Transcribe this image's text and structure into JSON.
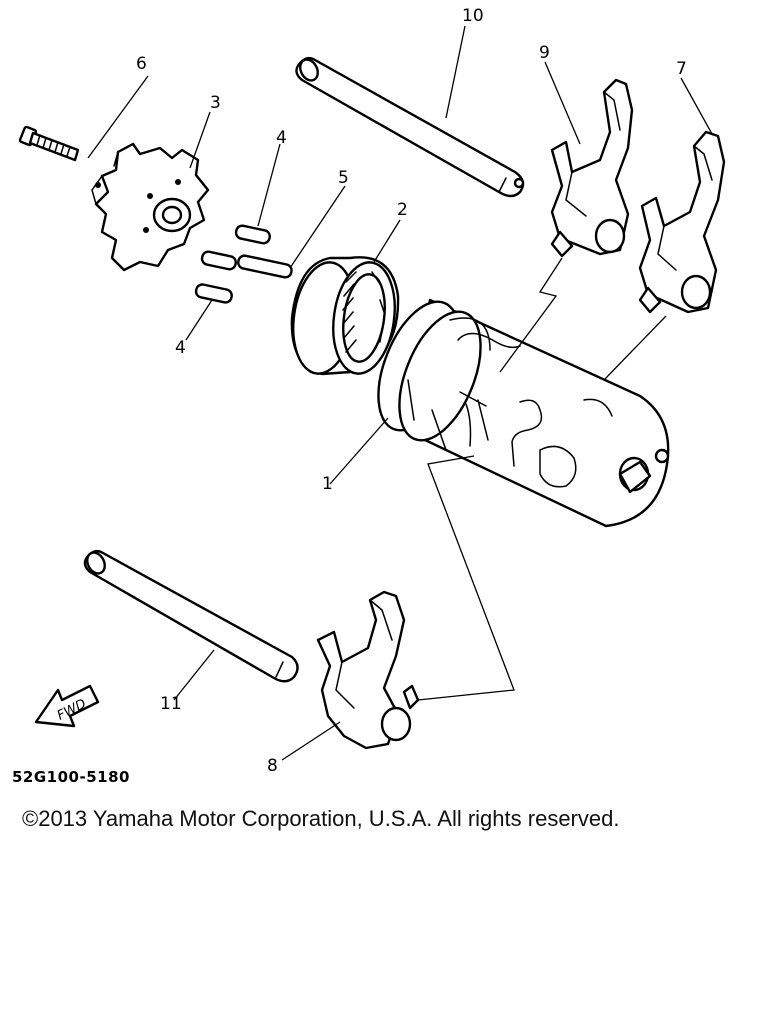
{
  "callouts": {
    "c1": "1",
    "c2": "2",
    "c3": "3",
    "c4a": "4",
    "c4b": "4",
    "c5": "5",
    "c6": "6",
    "c7": "7",
    "c8": "8",
    "c9": "9",
    "c10": "10",
    "c11": "11"
  },
  "fwd_arrow_label": "FWD",
  "reference_code": "52G100-5180",
  "copyright": "©2013 Yamaha Motor Corporation, U.S.A. All rights reserved."
}
